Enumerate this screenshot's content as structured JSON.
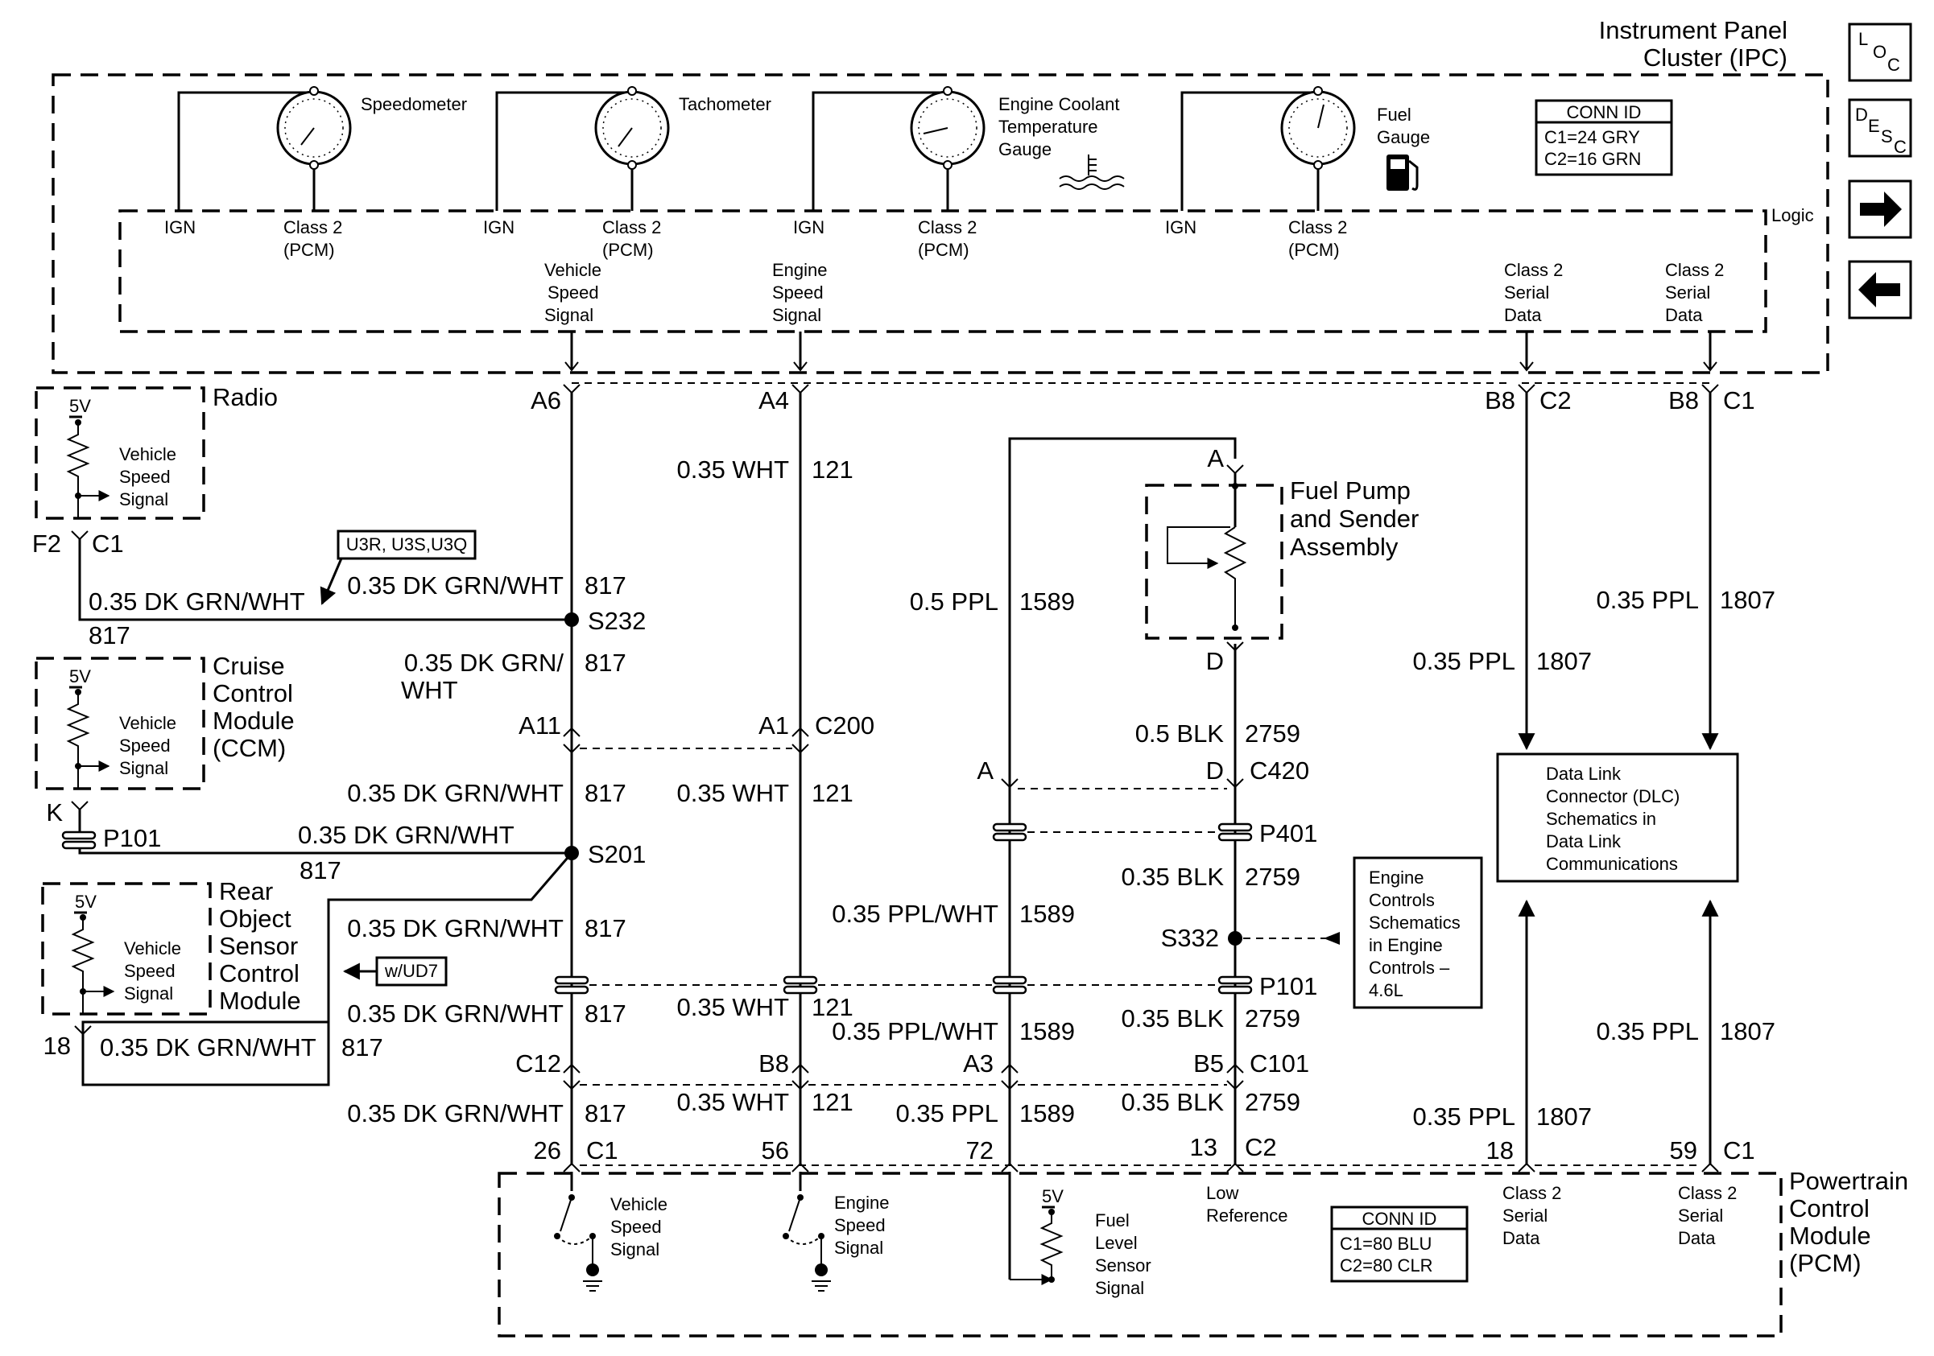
{
  "ipc": {
    "title": [
      "Instrument Panel",
      "Cluster (IPC)"
    ],
    "logic_label": "Logic",
    "gauges": [
      {
        "name": "Speedometer",
        "lines": [
          "Speedometer"
        ],
        "ign": "IGN",
        "class2": [
          "Class 2",
          "(PCM)"
        ]
      },
      {
        "name": "Tachometer",
        "lines": [
          "Tachometer"
        ],
        "ign": "IGN",
        "class2": [
          "Class 2",
          "(PCM)"
        ]
      },
      {
        "name": "Engine Coolant Temperature Gauge",
        "lines": [
          "Engine Coolant",
          "Temperature",
          "Gauge"
        ],
        "ign": "IGN",
        "class2": [
          "Class 2",
          "(PCM)"
        ]
      },
      {
        "name": "Fuel Gauge",
        "lines": [
          "Fuel",
          "Gauge"
        ],
        "ign": "IGN",
        "class2": [
          "Class 2",
          "(PCM)"
        ]
      }
    ],
    "signals": [
      [
        "Vehicle",
        "Speed",
        "Signal"
      ],
      [
        "Engine",
        "Speed",
        "Signal"
      ],
      [
        "Class 2",
        "Serial",
        "Data"
      ],
      [
        "Class 2",
        "Serial",
        "Data"
      ]
    ],
    "conn_id": {
      "header": "CONN ID",
      "rows": [
        "C1=24 GRY",
        "C2=16 GRN"
      ]
    }
  },
  "nav": {
    "loc": [
      "L",
      "O",
      "C"
    ],
    "desc": [
      "D",
      "E",
      "S",
      "C"
    ],
    "forward_arrow": "right-arrow-icon",
    "back_arrow": "left-arrow-icon"
  },
  "radio": {
    "title": "Radio",
    "v5": "5V",
    "signal": [
      "Vehicle",
      "Speed",
      "Signal"
    ],
    "pin": "F2",
    "conn": "C1"
  },
  "ccm": {
    "title": [
      "Cruise",
      "Control",
      "Module",
      "(CCM)"
    ],
    "v5": "5V",
    "signal": [
      "Vehicle",
      "Speed",
      "Signal"
    ],
    "pin": "K",
    "conn": "P101"
  },
  "rear": {
    "title": [
      "Rear",
      "Object",
      "Sensor",
      "Control",
      "Module"
    ],
    "v5": "5V",
    "signal": [
      "Vehicle",
      "Speed",
      "Signal"
    ],
    "pin": "18"
  },
  "options": {
    "u3r": "U3R, U3S,U3Q",
    "ud7": "w/UD7"
  },
  "fuel_pump": {
    "title": [
      "Fuel Pump",
      "and Sender",
      "Assembly"
    ],
    "pin_a": "A",
    "pin_d": "D"
  },
  "engine_note": [
    "Engine",
    "Controls",
    "Schematics",
    "in Engine",
    "Controls –",
    "4.6L"
  ],
  "dlc": [
    "Data Link",
    "Connector (DLC)",
    "Schematics in",
    "Data Link",
    "Communications"
  ],
  "pcm": {
    "title": [
      "Powertrain",
      "Control",
      "Module",
      "(PCM)"
    ],
    "signals": [
      [
        "Vehicle",
        "Speed",
        "Signal"
      ],
      [
        "Engine",
        "Speed",
        "Signal"
      ],
      [
        "Fuel",
        "Level",
        "Sensor",
        "Signal"
      ],
      [
        "Low",
        "Reference"
      ],
      [
        "Class 2",
        "Serial",
        "Data"
      ],
      [
        "Class 2",
        "Serial",
        "Data"
      ]
    ],
    "v5": "5V",
    "conn_id": {
      "header": "CONN ID",
      "rows": [
        "C1=80 BLU",
        "C2=80 CLR"
      ]
    }
  },
  "connectors": {
    "a6": "A6",
    "a4": "A4",
    "b8_c2": "B8",
    "c2": "C2",
    "b8_c1": "B8",
    "c1": "C1",
    "a11": "A11",
    "a1": "A1",
    "c200": "C200",
    "pa": "A",
    "pd": "D",
    "c420": "C420",
    "p401": "P401",
    "p101": "P101",
    "s332": "S332",
    "s232": "S232",
    "s201": "S201",
    "c12": "C12",
    "b8": "B8",
    "a3": "A3",
    "b5": "B5",
    "c101": "C101",
    "pin26": "26",
    "pcm_c1": "C1",
    "pin56": "56",
    "pin72": "72",
    "pin13": "13",
    "pcm_c2": "C2",
    "pin18": "18",
    "pin59": "59",
    "pcm_c1b": "C1"
  },
  "wires": {
    "radio_color": "0.35 DK GRN/WHT",
    "radio_circ": "817",
    "s232_top_color": "0.35 DK GRN/WHT",
    "s232_top_circ": "817",
    "a11_color": "0.35 DK GRN/",
    "a11_color2": "WHT",
    "a11_circ": "817",
    "vss_a_color": "0.35 DK GRN/WHT",
    "vss_a_circ": "817",
    "ccm_color": "0.35 DK GRN/WHT",
    "ccm_circ": "817",
    "vss_b_color": "0.35 DK GRN/WHT",
    "vss_b_circ": "817",
    "vss_c_color": "0.35 DK GRN/WHT",
    "vss_c_circ": "817",
    "rear_color": "0.35 DK GRN/WHT",
    "rear_circ": "817",
    "vss_d_color": "0.35 DK GRN/WHT",
    "vss_d_circ": "817",
    "ess_a_color": "0.35 WHT",
    "ess_a_circ": "121",
    "ess_b_color": "0.35 WHT",
    "ess_b_circ": "121",
    "ess_c_color": "0.35 WHT",
    "ess_c_circ": "121",
    "ess_d_color": "0.35 WHT",
    "ess_d_circ": "121",
    "fl_a_color": "0.5 PPL",
    "fl_a_circ": "1589",
    "fl_b_color": "0.35 PPL/WHT",
    "fl_b_circ": "1589",
    "fl_c_color": "0.35 PPL/WHT",
    "fl_c_circ": "1589",
    "fl_d_color": "0.35 PPL",
    "fl_d_circ": "1589",
    "gnd_a_color": "0.5 BLK",
    "gnd_a_circ": "2759",
    "gnd_b_color": "0.35 BLK",
    "gnd_b_circ": "2759",
    "gnd_c_color": "0.35 BLK",
    "gnd_c_circ": "2759",
    "gnd_d_color": "0.35 BLK",
    "gnd_d_circ": "2759",
    "c2a_color": "0.35 PPL",
    "c2a_circ": "1807",
    "c2b_color": "0.35 PPL",
    "c2b_circ": "1807",
    "c2c_color": "0.35 PPL",
    "c2c_circ": "1807",
    "c2d_color": "0.35 PPL",
    "c2d_circ": "1807"
  }
}
